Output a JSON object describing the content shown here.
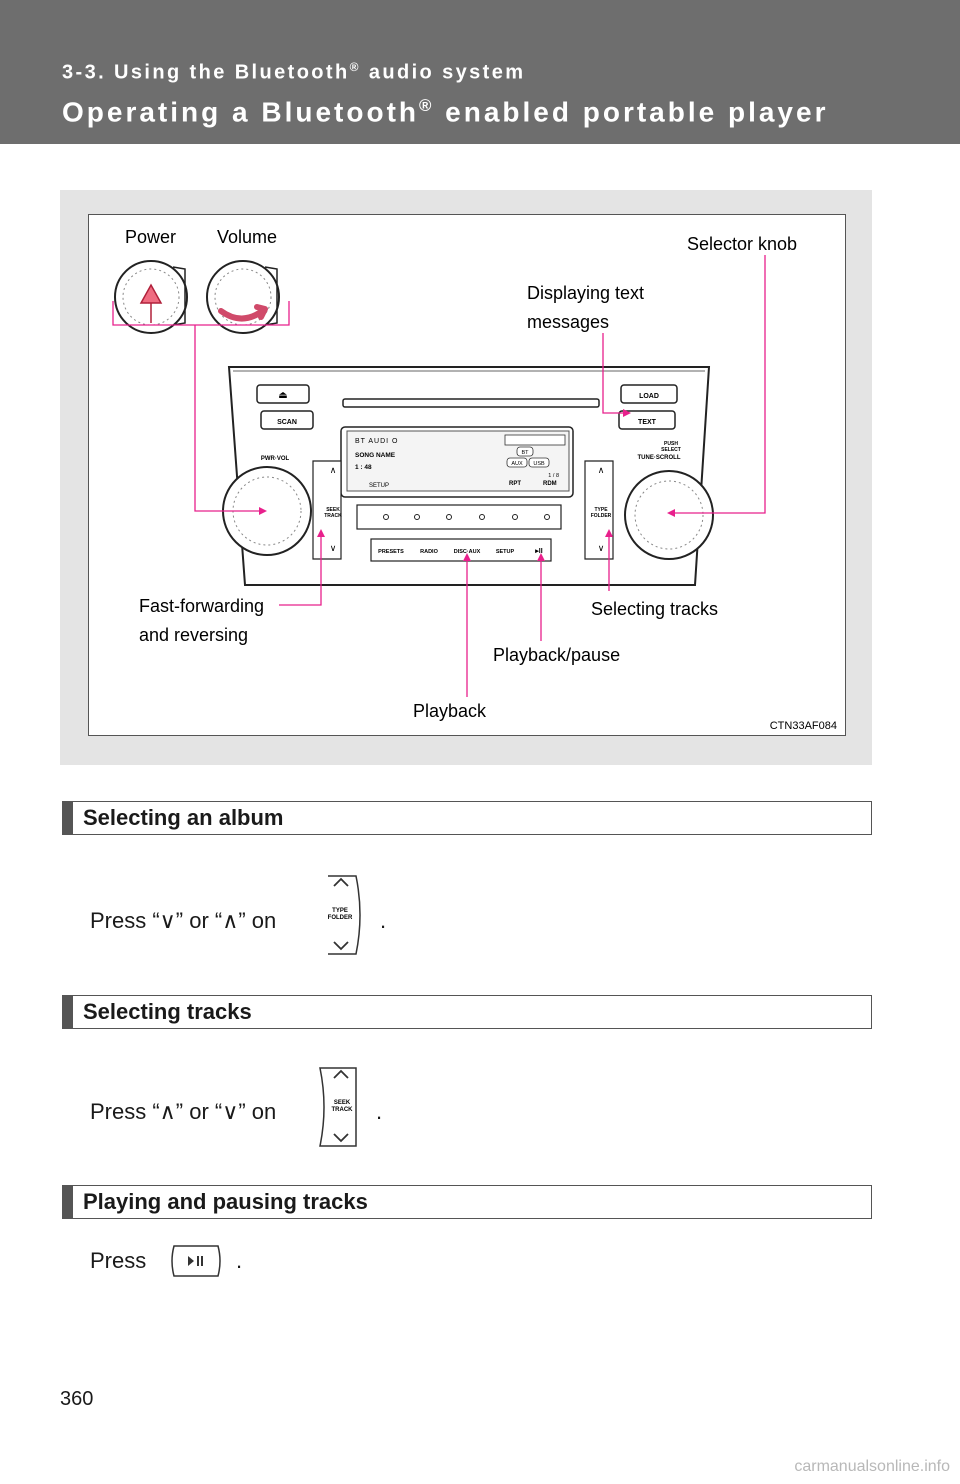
{
  "header": {
    "section": "3-3. Using the Bluetooth",
    "section_after": " audio system",
    "title": "Operating a Bluetooth",
    "title_after": " enabled portable player",
    "reg": "®"
  },
  "figure": {
    "labels": {
      "power": "Power",
      "volume": "Volume",
      "selector_knob": "Selector knob",
      "displaying_text_1": "Displaying text",
      "displaying_text_2": "messages",
      "fast_forward_1": "Fast-forwarding",
      "fast_forward_2": "and reversing",
      "selecting_tracks": "Selecting tracks",
      "playback_pause": "Playback/pause",
      "playback": "Playback",
      "code": "CTN33AF084"
    },
    "unit": {
      "load": "LOAD",
      "text": "TEXT",
      "scan": "SCAN",
      "push_select": "PUSH",
      "push_select_2": "SELECT",
      "tune_scroll": "TUNE·SCROLL",
      "pwr_vol": "PWR·VOL",
      "seek": "SEEK",
      "track": "TRACK",
      "type": "TYPE",
      "folder": "FOLDER",
      "display_line1": "BT AUDI O",
      "display_line2": "SONG NAME",
      "display_line3": "1 : 48",
      "display_setup": "SETUP",
      "display_rpt": "RPT",
      "display_rdm": "RDM",
      "display_bt": "BT",
      "display_aux": "AUX",
      "display_usb": "USB",
      "display_count": "1 / 8",
      "presets": "PRESETS",
      "radio": "RADIO",
      "disc_aux": "DISC·AUX",
      "setup": "SETUP"
    }
  },
  "sections": [
    {
      "title": "Selecting an album",
      "text_before": "Press “∨” or “∧” on",
      "text_after": ".",
      "icon_top": "TYPE",
      "icon_bottom": "FOLDER"
    },
    {
      "title": "Selecting tracks",
      "text_before": "Press “∧” or “∨” on",
      "text_after": ".",
      "icon_top": "SEEK",
      "icon_bottom": "TRACK"
    },
    {
      "title": "Playing and pausing tracks",
      "text_before": "Press",
      "text_after": "."
    }
  ],
  "footer": {
    "page_number": "360",
    "watermark": "carmanualsonline.info"
  },
  "colors": {
    "header_bg": "#6e6e6e",
    "callout": "#e8208c"
  }
}
